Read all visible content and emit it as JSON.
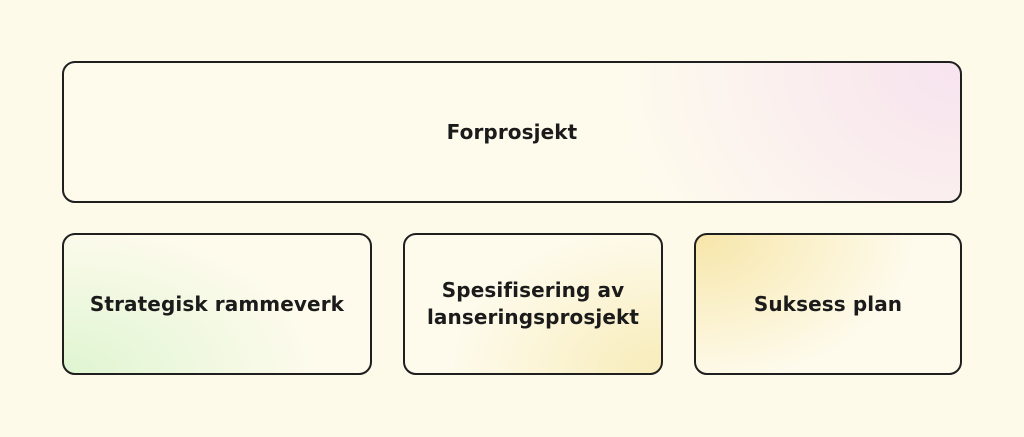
{
  "page": {
    "background_color": "#FDFAEA"
  },
  "diagram": {
    "border_color": "#1F1F1F",
    "text_color": "#1B1B1B",
    "box_base_color": "#FEFBED",
    "top_box": {
      "label": "Forprosjekt",
      "accent_color": "#F7E3EF",
      "accent_corner": "top-right"
    },
    "sub_boxes": [
      {
        "label": "Strategisk rammeverk",
        "accent_color": "#DFF5D1",
        "accent_corner": "bottom-left"
      },
      {
        "label": "Spesifisering av lanseringsprosjekt",
        "accent_color": "#F8ECB9",
        "accent_corner": "bottom-right"
      },
      {
        "label": "Suksess plan",
        "accent_color": "#F7E6A9",
        "accent_corner": "top-left"
      }
    ]
  }
}
